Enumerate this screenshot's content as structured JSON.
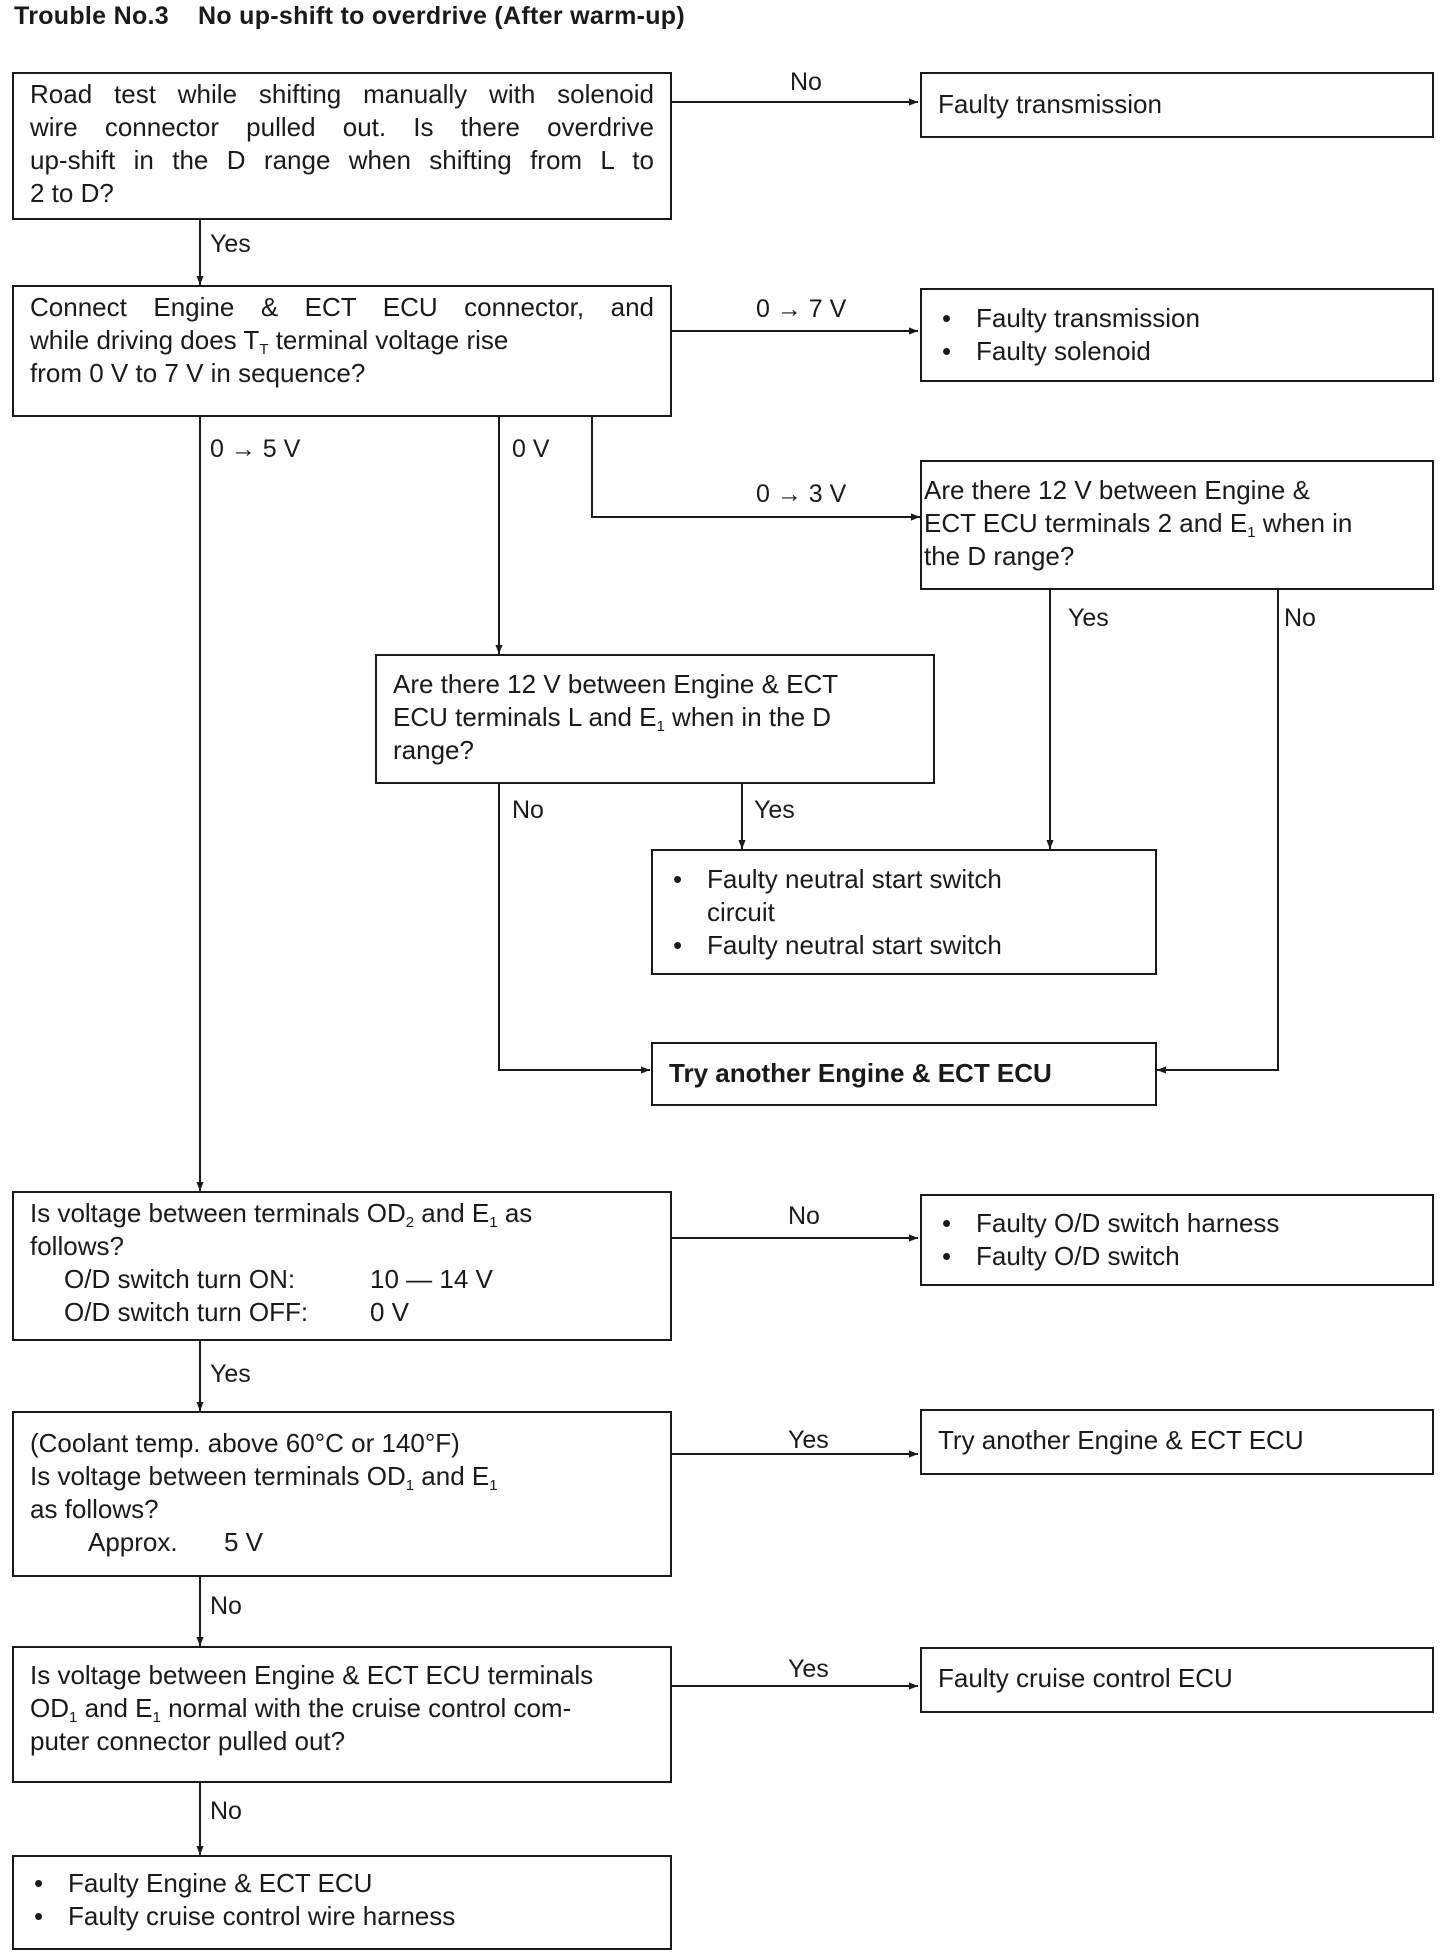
{
  "title": "Trouble No.3    No up-shift to overdrive (After warm-up)",
  "boxes": {
    "q1": {
      "lines": [
        "Road test while shifting manually with solenoid",
        "wire connector pulled out. Is there overdrive",
        "up-shift in the D range when shifting from L to",
        "2 to D?"
      ]
    },
    "r1": {
      "text": "Faulty transmission"
    },
    "q2": {
      "line1": "Connect Engine & ECT ECU connector, and",
      "line2_a": "while driving does T",
      "line2_sub": "T",
      "line2_b": " terminal voltage rise",
      "line3": "from 0 V to 7 V in sequence?"
    },
    "r2": {
      "items": [
        "Faulty transmission",
        "Faulty solenoid"
      ]
    },
    "q3": {
      "line1": "Are there 12 V between Engine &",
      "line2_a": "ECT ECU terminals 2 and E",
      "line2_sub": "1",
      "line2_b": " when in",
      "line3": "the D range?"
    },
    "q4": {
      "line1": "Are there 12 V between Engine & ECT",
      "line2_a": "ECU terminals L and E",
      "line2_sub": "1",
      "line2_b": " when in the D",
      "line3": "range?"
    },
    "r3": {
      "item1_a": "Faulty neutral start switch",
      "item1_b": "circuit",
      "item2": "Faulty neutral start switch"
    },
    "r4": {
      "text": "Try another Engine & ECT ECU"
    },
    "q5": {
      "line1_a": "Is voltage between terminals OD",
      "line1_sub1": "2",
      "line1_b": " and E",
      "line1_sub2": "1",
      "line1_c": " as",
      "line2": "follows?",
      "line3_label": "O/D switch turn ON:",
      "line3_value": "10 — 14 V",
      "line4_label": "O/D switch turn OFF:",
      "line4_value": "0 V"
    },
    "r5": {
      "items": [
        "Faulty O/D switch harness",
        "Faulty O/D switch"
      ]
    },
    "q6": {
      "line1": "(Coolant temp. above 60°C or 140°F)",
      "line2_a": "Is voltage between terminals OD",
      "line2_sub1": "1",
      "line2_b": " and E",
      "line2_sub2": "1",
      "line3": "as follows?",
      "line4_label": "Approx.",
      "line4_value": "5 V"
    },
    "r6": {
      "text": "Try another Engine & ECT ECU"
    },
    "q7": {
      "line1": "Is voltage between Engine & ECT ECU terminals",
      "line2_a": "OD",
      "line2_sub1": "1",
      "line2_b": " and E",
      "line2_sub2": "1",
      "line2_c": " normal with the cruise control com-",
      "line3": "puter connector pulled out?"
    },
    "r7": {
      "text": "Faulty cruise control ECU"
    },
    "r8": {
      "items": [
        "Faulty Engine & ECT ECU",
        "Faulty cruise control wire harness"
      ]
    }
  },
  "labels": {
    "no_1": "No",
    "yes_1": "Yes",
    "v07": "0 → 7 V",
    "v05": "0 → 5 V",
    "v0": "0 V",
    "v03": "0 → 3 V",
    "yes_q3": "Yes",
    "no_q3": "No",
    "no_q4": "No",
    "yes_q4": "Yes",
    "no_q5": "No",
    "yes_q5": "Yes",
    "yes_q6": "Yes",
    "no_q6": "No",
    "yes_q7": "Yes",
    "no_q7": "No"
  },
  "colors": {
    "ink": "#1a1a1a",
    "background": "#ffffff"
  }
}
